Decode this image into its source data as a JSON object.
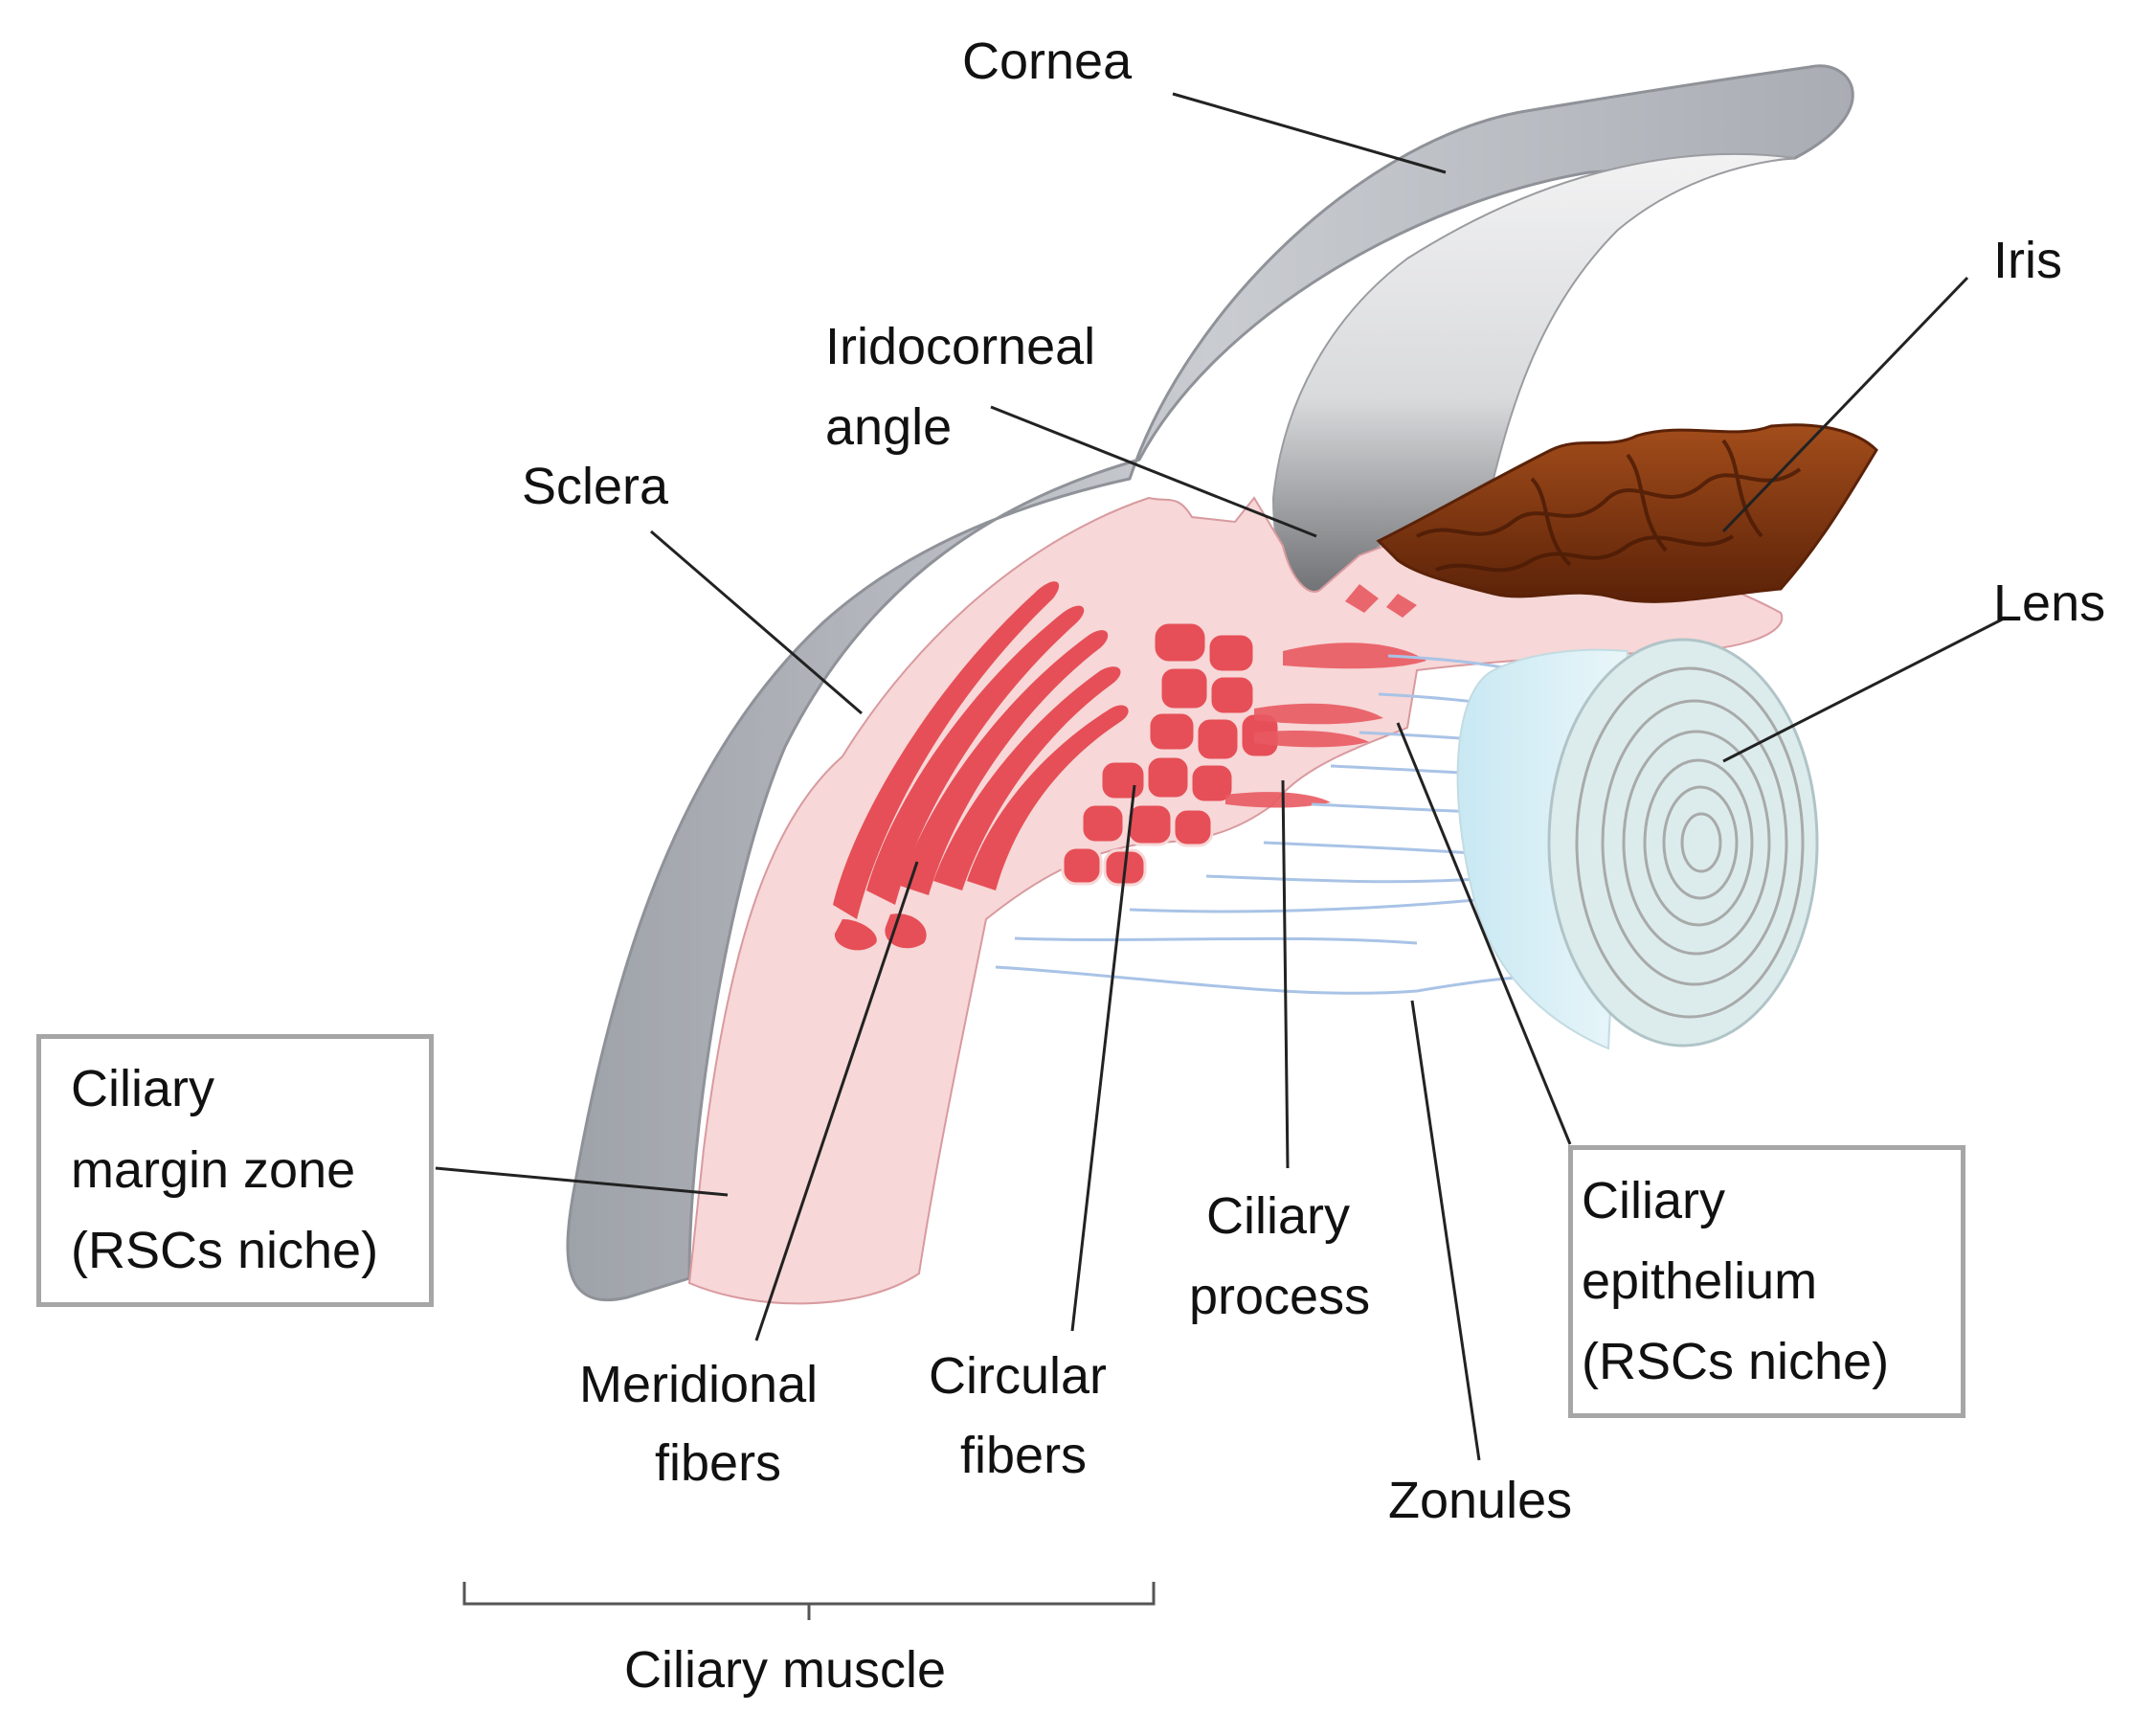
{
  "labels": {
    "cornea": "Cornea",
    "iris": "Iris",
    "iridocorneal_line1": "Iridocorneal",
    "iridocorneal_line2": "angle",
    "sclera": "Sclera",
    "lens": "Lens",
    "cmz_line1": "Ciliary",
    "cmz_line2": "margin zone",
    "cmz_line3": "(RSCs niche)",
    "ciliary_process_line1": "Ciliary",
    "ciliary_process_line2": "process",
    "ciliary_epithelium_line1": "Ciliary",
    "ciliary_epithelium_line2": "epithelium",
    "ciliary_epithelium_line3": "(RSCs niche)",
    "meridional_line1": "Meridional",
    "meridional_line2": "fibers",
    "circular_line1": "Circular",
    "circular_line2": "fibers",
    "zonules": "Zonules",
    "ciliary_muscle": "Ciliary muscle"
  },
  "colors": {
    "sclera_gray": "#b9bcc2",
    "tissue_pink": "#f7d7d7",
    "muscle_red": "#e64f57",
    "iris_brown": "#8b3a10",
    "lens_blue": "#d6eef5",
    "zonule_blue": "#a9c3e6",
    "box_border": "#a6a6a6"
  }
}
